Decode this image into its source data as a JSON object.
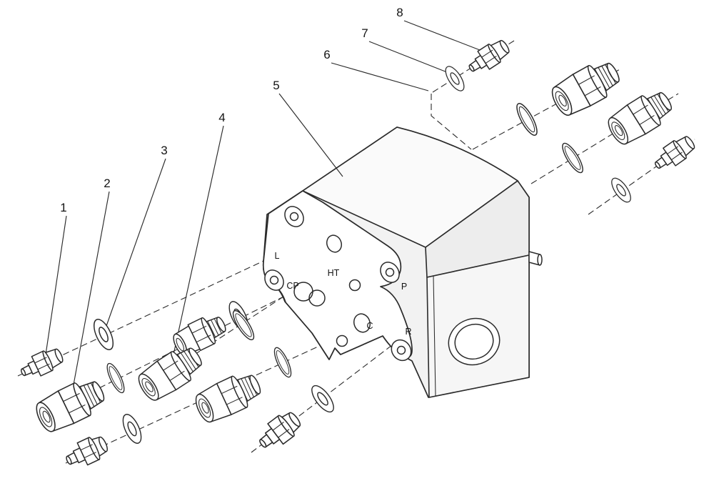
{
  "figure": {
    "type": "exploded-parts-diagram",
    "background_color": "#ffffff",
    "line_color": "#2b2b2b"
  },
  "callouts": {
    "c1": "1",
    "c2": "2",
    "c3": "3",
    "c4": "4",
    "c5": "5",
    "c6": "6",
    "c7": "7",
    "c8": "8"
  },
  "port_labels": {
    "l": "L",
    "ht": "HT",
    "cp": "CP",
    "p": "P",
    "c": "C",
    "r": "R"
  }
}
